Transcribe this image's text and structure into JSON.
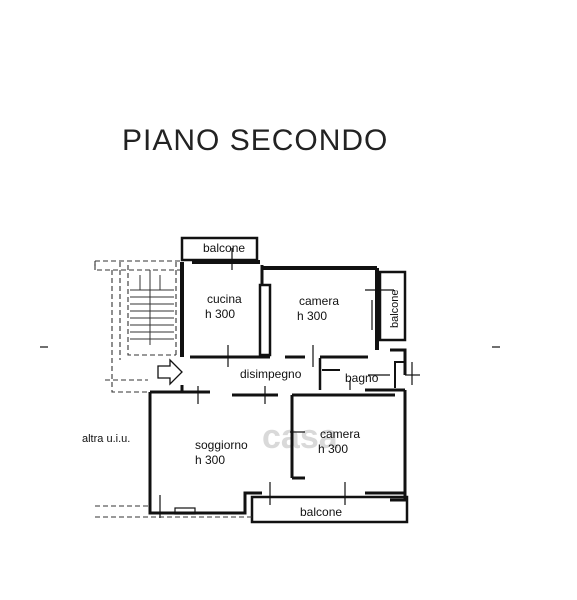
{
  "title": "PIANO SECONDO",
  "rooms": {
    "balcone_top": "balcone",
    "cucina": "cucina",
    "cucina_h": "h 300",
    "camera1": "camera",
    "camera1_h": "h 300",
    "balcone_right": "balcone",
    "disimpegno": "disimpegno",
    "bagno": "bagno",
    "soggiorno": "soggiorno",
    "soggiorno_h": "h 300",
    "camera2": "camera",
    "camera2_h": "h 300",
    "balcone_bottom": "balcone"
  },
  "neighbor": "altra u.i.u.",
  "watermark": "casa",
  "colors": {
    "ink": "#111111",
    "paper": "#ffffff",
    "watermark": "#d9d9d9"
  }
}
